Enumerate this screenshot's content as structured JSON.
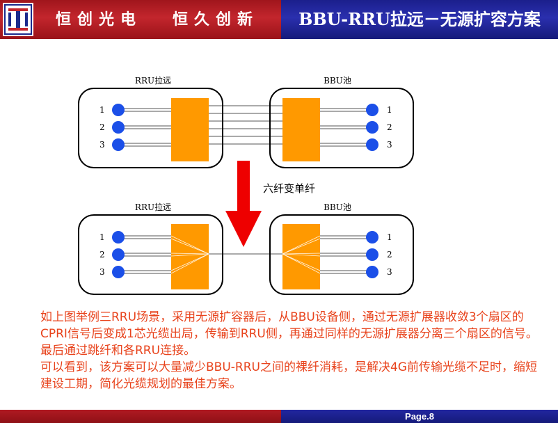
{
  "header": {
    "slogan_1": "恒创光电",
    "slogan_2": "恒久创新",
    "title": "BBU-RRU拉远－无源扩容方案",
    "left_color": "#b81f26",
    "right_color": "#2328a0",
    "logo_icon": "company-logo-icon"
  },
  "diagram": {
    "top": {
      "left_label": "RRU拉远",
      "right_label": "BBU池",
      "left_ports": [
        "1",
        "2",
        "3"
      ],
      "right_ports": [
        "1",
        "2",
        "3"
      ]
    },
    "arrow_label": "六纤变单纤",
    "bottom": {
      "left_label": "RRU拉远",
      "right_label": "BBU池",
      "left_ports": [
        "1",
        "2",
        "3"
      ],
      "right_ports": [
        "1",
        "2",
        "3"
      ]
    },
    "colors": {
      "module": "#ff9900",
      "port": "#1b4fe8",
      "arrow": "#ee0000"
    }
  },
  "body": {
    "para1": "如上图举例三RRU场景，采用无源扩容器后，从BBU设备侧，通过无源扩展器收敛3个扇区的CPRI信号后变成1芯光缆出局，传输到RRU侧，再通过同样的无源扩展器分离三个扇区的信号。最后通过跳纤和各RRU连接。",
    "para2": "可以看到，该方案可以大量减少BBU-RRU之间的裸纤消耗，是解决4G前传输光缆不足时，缩短建设工期，简化光缆规划的最佳方案。"
  },
  "footer": {
    "page": "Page.8"
  }
}
